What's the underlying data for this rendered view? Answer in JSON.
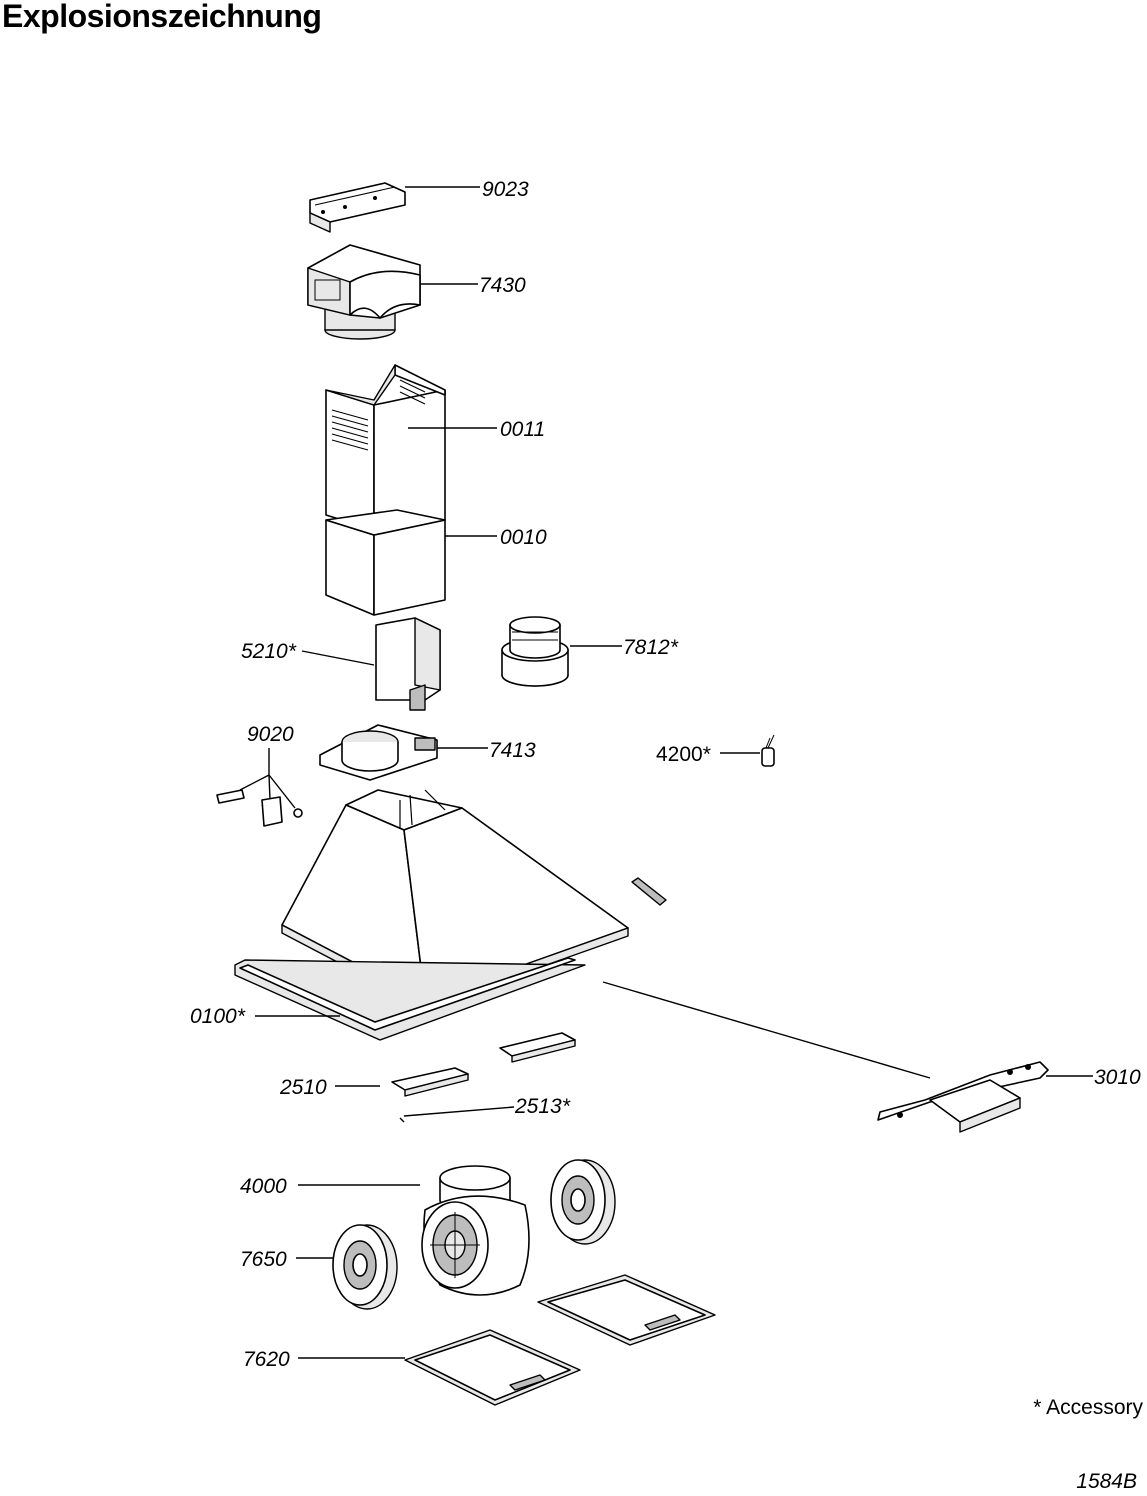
{
  "title": "Explosionszeichnung",
  "note": "* Accessory",
  "doc_number": "1584B",
  "labels": {
    "p9023": "9023",
    "p7430": "7430",
    "p0011": "0011",
    "p0010": "0010",
    "p5210": "5210*",
    "p7812": "7812*",
    "p9020": "9020",
    "p7413": "7413",
    "p4200": "4200*",
    "p0100": "0100*",
    "p3010": "3010",
    "p2510": "2510",
    "p2513": "2513*",
    "p4000": "4000",
    "p7650": "7650",
    "p7620": "7620"
  }
}
